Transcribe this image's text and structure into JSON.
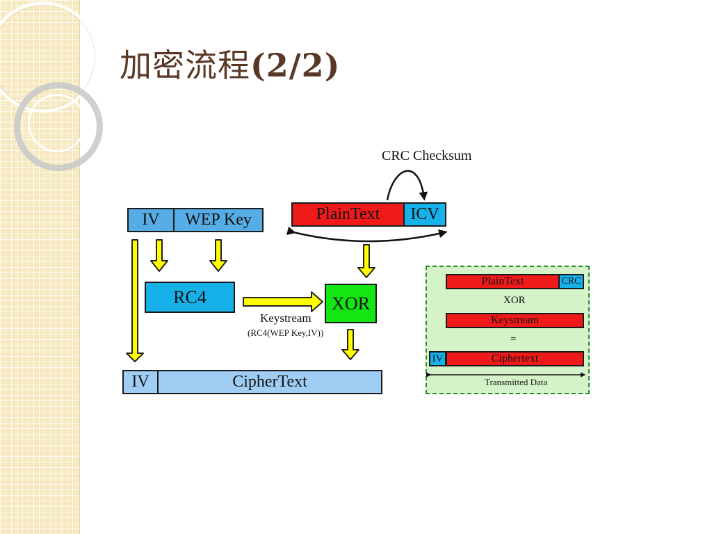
{
  "title": {
    "chinese": "加密流程",
    "suffix": "(2/2)"
  },
  "diagram": {
    "iv_label": "IV",
    "wep_key_label": "WEP Key",
    "rc4_label": "RC4",
    "xor_label": "XOR",
    "keystream_label": "Keystream",
    "keystream_formula": "(RC4(WEP Key,IV))",
    "plaintext_label": "PlainText",
    "icv_label": "ICV",
    "crc_checksum_label": "CRC Checksum",
    "output_iv_label": "IV",
    "ciphertext_label": "CipherText"
  },
  "legend": {
    "plaintext": "PlainText",
    "crc": "CRC",
    "xor": "XOR",
    "keystream": "Keystream",
    "equals": "=",
    "iv": "IV",
    "ciphertext": "Ciphertext",
    "transmitted": "Transmitted Data"
  },
  "colors": {
    "title": "#5a3826",
    "side_panel": "#f6e9bf",
    "arrow_fill": "#ffff00",
    "rc4_box": "#17b1ea",
    "xor_box": "#13e613",
    "plaintext_box": "#ef1a1a",
    "header_box": "#56ade6",
    "ciphertext_box": "#9fcdf4",
    "legend_bg": "#d4f3c8"
  }
}
